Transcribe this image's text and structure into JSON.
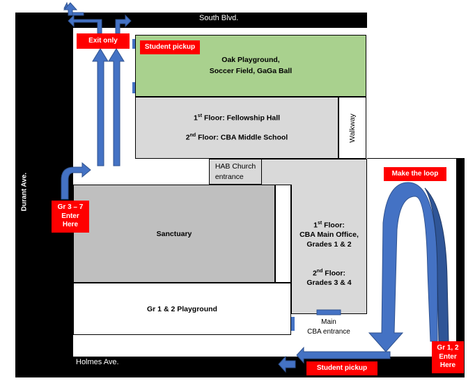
{
  "streets": {
    "south": "South Blvd.",
    "durant": "Durant Ave.",
    "holmes": "Holmes Ave."
  },
  "labels": {
    "exit_only": "Exit only",
    "student_pickup_top": "Student pickup",
    "student_pickup_bottom": "Student pickup",
    "make_the_loop": "Make the loop",
    "gr37_enter": "Gr 3 – 7\nEnter\nHere",
    "gr12_enter": "Gr 1, 2\nEnter\nHere"
  },
  "buildings": {
    "oak_playground": "Oak Playground,\nSoccer Field, GaGa Ball",
    "fellowship_1st_prefix": "1",
    "fellowship_1st_sup": "st",
    "fellowship_1st_text": " Floor:  Fellowship Hall",
    "fellowship_2nd_prefix": "2",
    "fellowship_2nd_sup": "nd",
    "fellowship_2nd_text": " Floor: CBA Middle School",
    "walkway": "Walkway",
    "hab_church": "HAB Church\nentrance",
    "sanctuary": "Sanctuary",
    "cba_1st_prefix": "1",
    "cba_1st_sup": "st",
    "cba_1st_text": " Floor:\nCBA Main Office,\nGrades 1 & 2",
    "cba_2nd_prefix": "2",
    "cba_2nd_sup": "nd",
    "cba_2nd_text": " Floor:\nGrades 3 & 4",
    "gr12_playground": "Gr 1 & 2 Playground",
    "main_cba_entrance": "Main\nCBA entrance"
  },
  "colors": {
    "arrow_blue": "#4472c4",
    "red_label": "#ff0000",
    "green_field": "#a9d18e",
    "building_gray": "#d9d9d9",
    "sanctuary_gray": "#bfbfbf"
  }
}
